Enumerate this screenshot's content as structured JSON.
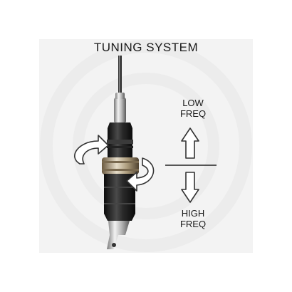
{
  "title": "TUNING SYSTEM",
  "labels": {
    "low_line1": "LOW",
    "low_line2": "FREQ",
    "high_line1": "HIGH",
    "high_line2": "FREQ"
  },
  "colors": {
    "background": "#ffffff",
    "panel": "#f3f3f3",
    "antenna_body": "#1c1c1c",
    "chrome": "#c8c8c8",
    "arrow_stroke": "#333333"
  },
  "icons": [
    "rotate-arrow-up-icon",
    "rotate-arrow-down-icon",
    "arrow-up-icon",
    "arrow-down-icon"
  ]
}
